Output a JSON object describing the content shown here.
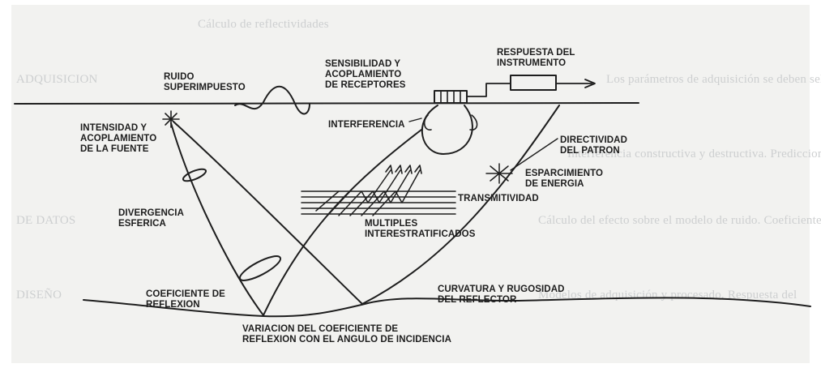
{
  "background_bleed": {
    "lines": [
      "Cálculo de reflectividades",
      "Los parámetros de adquisición se deben seleccionar para producir datos",
      "Interferencia constructiva y destructiva. Prediccion de Efectos en el",
      "Cálculo del efecto sobre el modelo de ruido. Coeficientes",
      "Modelos de adquisición y procesado. Respuesta del",
      "ADQUISICION",
      "DE DATOS",
      "DISEÑO"
    ]
  },
  "labels": {
    "ruido": [
      "RUIDO",
      "SUPERIMPUESTO"
    ],
    "sensibilidad": [
      "SENSIBILIDAD Y",
      "ACOPLAMIENTO",
      "DE RECEPTORES"
    ],
    "respuesta": [
      "RESPUESTA DEL",
      "INSTRUMENTO"
    ],
    "intensidad": [
      "INTENSIDAD Y",
      "ACOPLAMIENTO",
      "DE LA FUENTE"
    ],
    "interferencia": [
      "INTERFERENCIA"
    ],
    "directividad": [
      "DIRECTIVIDAD",
      "DEL PATRON"
    ],
    "esparcimiento": [
      "ESPARCIMIENTO",
      "DE ENERGIA"
    ],
    "transmitividad": [
      "TRANSMITIVIDAD"
    ],
    "divergencia": [
      "DIVERGENCIA",
      "ESFERICA"
    ],
    "multiples": [
      "MULTIPLES",
      "INTERESTRATIFICADOS"
    ],
    "coeficiente": [
      "COEFICIENTE DE",
      "REFLEXION"
    ],
    "curvatura": [
      "CURVATURA Y RUGOSIDAD",
      "DEL REFLECTOR"
    ],
    "variacion": [
      "VARIACION DEL COEFICIENTE DE",
      "REFLEXION CON EL ANGULO DE INCIDENCIA"
    ]
  }
}
